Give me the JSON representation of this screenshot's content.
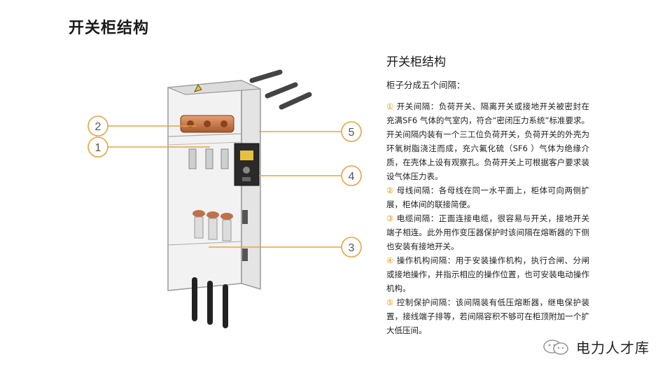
{
  "slide": {
    "title": "开关柜结构"
  },
  "figure": {
    "callouts": [
      {
        "number": "2"
      },
      {
        "number": "1"
      },
      {
        "number": "5"
      },
      {
        "number": "4"
      },
      {
        "number": "3"
      }
    ],
    "colors": {
      "callout_stroke": "#e8a33c",
      "callout_text": "#555555",
      "busbar": "#c8703a"
    }
  },
  "panel": {
    "title": "开关柜结构",
    "intro": "柜子分成五个间隔：",
    "items": [
      {
        "num": "①",
        "text": "开关间隔：负荷开关、隔离开关或接地开关被密封在充满SF6 气体的气室内，符合“密闭压力系统”标准要求。开关间隔内装有一个三工位负荷开关，负荷开关的外壳为环氧树脂浇注而成，充六氟化硫（SF6 ）气体为绝缘介质，在壳体上设有观察孔。负荷开关上可根据客户要求装设气体压力表。"
      },
      {
        "num": "②",
        "text": "母线间隔：各母线在同一水平面上，柜体可向两侧扩展，柜体间的联接简便。"
      },
      {
        "num": "③",
        "text": "电缆间隔：正面连接电缆，很容易与开关，接地开关端子相连。此外用作变压器保护时该间隔在熔断器的下侧也安装有接地开关。"
      },
      {
        "num": "④",
        "text": "操作机构间隔：用于安装操作机构，执行合闸、分闸或接地操作，并指示相应的操作位置，也可安装电动操作机构。"
      },
      {
        "num": "⑤",
        "text": "控制保护间隔：该间隔装有低压熔断器，继电保护装置，接线端子排等，若间隔容积不够可在柜顶附加一个扩大低压间。"
      }
    ]
  },
  "watermark": {
    "text": "电力人才库",
    "icon": "wechat-icon"
  }
}
